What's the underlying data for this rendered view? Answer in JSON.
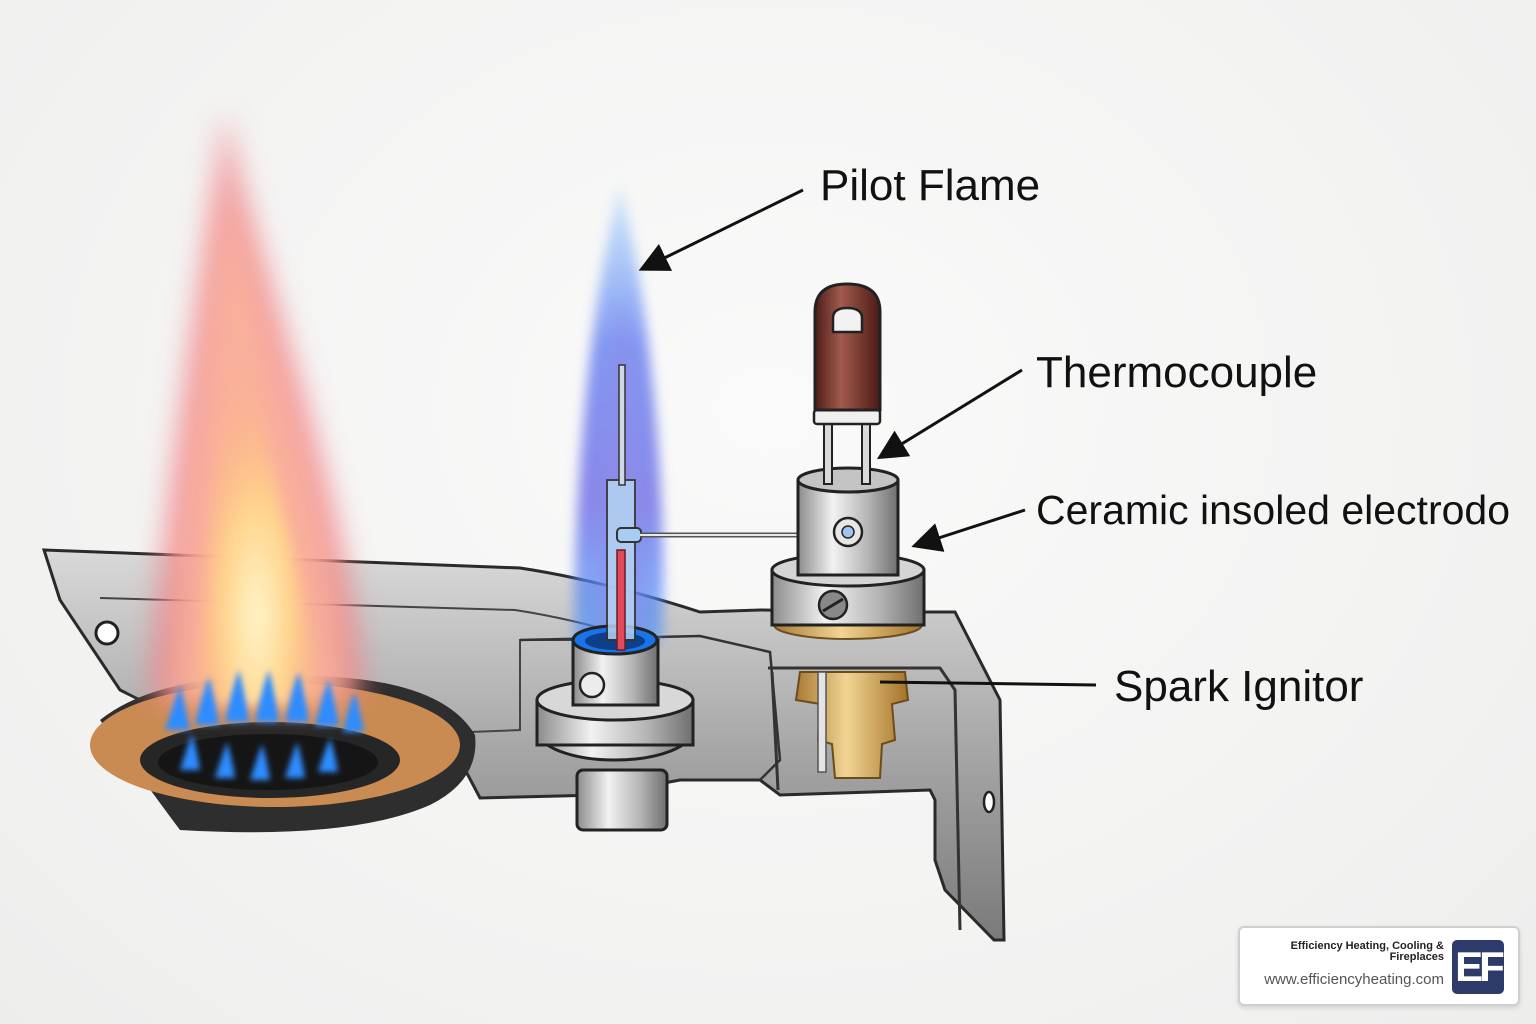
{
  "diagram": {
    "subject": "gas burner pilot assembly",
    "labels": {
      "pilot_flame": "Pilot Flame",
      "thermocouple": "Thermocouple",
      "electrode": "Ceramic insoled electrodo",
      "spark_ignitor": "Spark Ignitor"
    },
    "colors": {
      "burner_flame_outer": "#f07f86",
      "burner_flame_core": "#ffe3a0",
      "burner_jets": "#2f8cff",
      "pilot_flame": "#6a7bef",
      "metal": "#a9a9a9",
      "thermocouple_cap": "#6e2d26",
      "ignitor_body": "#c99a4a"
    }
  },
  "branding": {
    "company_name": "Efficiency Heating, Cooling & Fireplaces",
    "url": "www.efficiencyheating.com",
    "logo_text": "EF",
    "logo_color": "#2d3b6b"
  }
}
